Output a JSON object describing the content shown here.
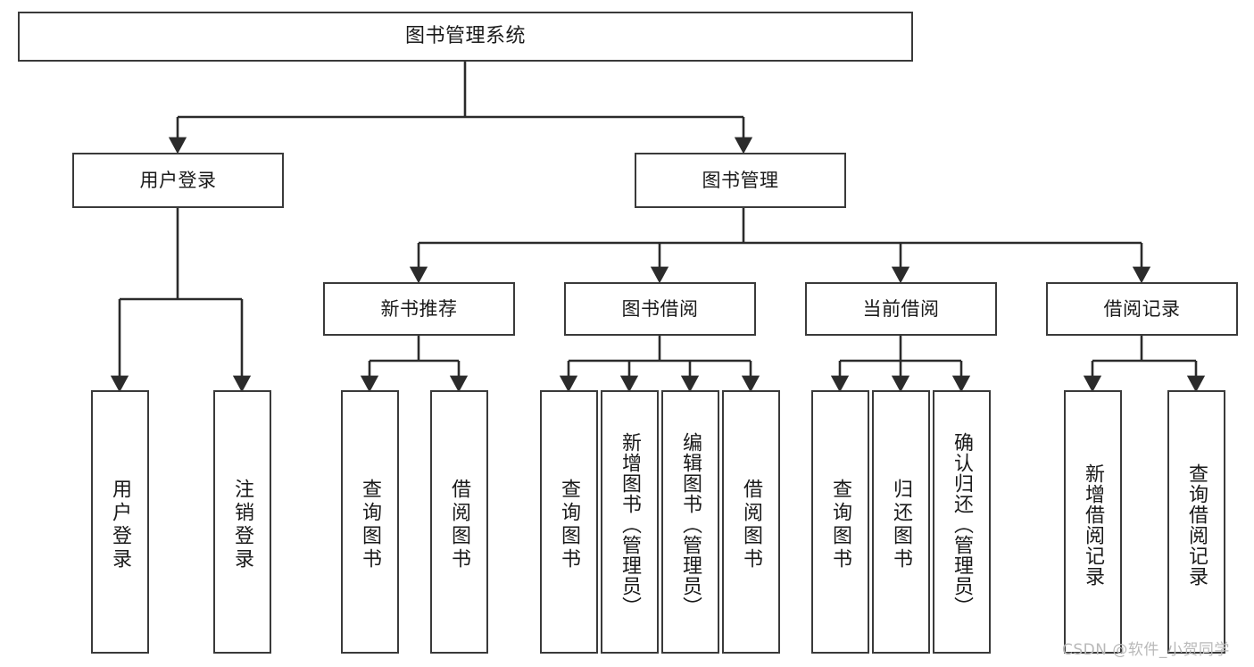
{
  "diagram": {
    "type": "tree-hierarchy-chart",
    "title": "图书管理系统",
    "watermark": "CSDN @软件_小贺同学",
    "colors": {
      "box_border": "#3a3a3a",
      "box_fill": "#ffffff",
      "edge": "#2b2b2b",
      "text": "#1a1a1a",
      "watermark": "#b9b9b9",
      "background": "#ffffff"
    },
    "nodes": {
      "root": {
        "label": "图书管理系统"
      },
      "level2": [
        {
          "id": "user-login",
          "label": "用户登录"
        },
        {
          "id": "book-manage",
          "label": "图书管理"
        }
      ],
      "level3": [
        {
          "id": "new-book-recommend",
          "label": "新书推荐"
        },
        {
          "id": "book-borrow",
          "label": "图书借阅"
        },
        {
          "id": "current-borrow",
          "label": "当前借阅"
        },
        {
          "id": "borrow-record",
          "label": "借阅记录"
        }
      ],
      "leaves": {
        "user-login": [
          {
            "id": "leaf-user-login",
            "label": "用户登录"
          },
          {
            "id": "leaf-user-logout",
            "label": "注销登录"
          }
        ],
        "new-book-recommend": [
          {
            "id": "leaf-query-book-1",
            "label": "查询图书"
          },
          {
            "id": "leaf-borrow-book-1",
            "label": "借阅图书"
          }
        ],
        "book-borrow": [
          {
            "id": "leaf-query-book-2",
            "label": "查询图书"
          },
          {
            "id": "leaf-add-book",
            "label": "新增图书（管理员）"
          },
          {
            "id": "leaf-edit-book",
            "label": "编辑图书（管理员）"
          },
          {
            "id": "leaf-borrow-book-2",
            "label": "借阅图书"
          }
        ],
        "current-borrow": [
          {
            "id": "leaf-query-book-3",
            "label": "查询图书"
          },
          {
            "id": "leaf-return-book",
            "label": "归还图书"
          },
          {
            "id": "leaf-confirm-return",
            "label": "确认归还（管理员）"
          }
        ],
        "borrow-record": [
          {
            "id": "leaf-add-record",
            "label": "新增借阅记录"
          },
          {
            "id": "leaf-query-record",
            "label": "查询借阅记录"
          }
        ]
      }
    }
  }
}
